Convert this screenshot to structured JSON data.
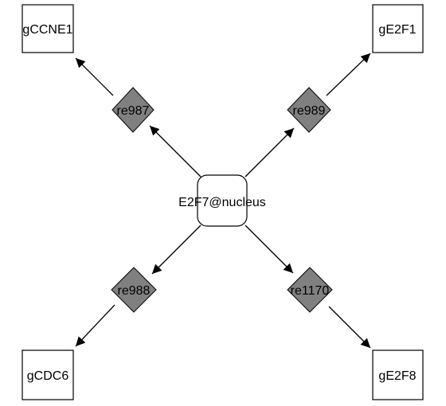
{
  "center": {
    "label": "E2F7@nucleus"
  },
  "reactions": [
    {
      "id": "re987",
      "label": "re987"
    },
    {
      "id": "re989",
      "label": "re989"
    },
    {
      "id": "re988",
      "label": "re988"
    },
    {
      "id": "re1170",
      "label": "re1170"
    }
  ],
  "genes": [
    {
      "id": "gCCNE1",
      "label": "gCCNE1"
    },
    {
      "id": "gE2F1",
      "label": "gE2F1"
    },
    {
      "id": "gCDC6",
      "label": "gCDC6"
    },
    {
      "id": "gE2F8",
      "label": "gE2F8"
    }
  ],
  "colors": {
    "reaction_fill": "#808080",
    "node_stroke": "#000000",
    "node_fill": "#ffffff"
  }
}
